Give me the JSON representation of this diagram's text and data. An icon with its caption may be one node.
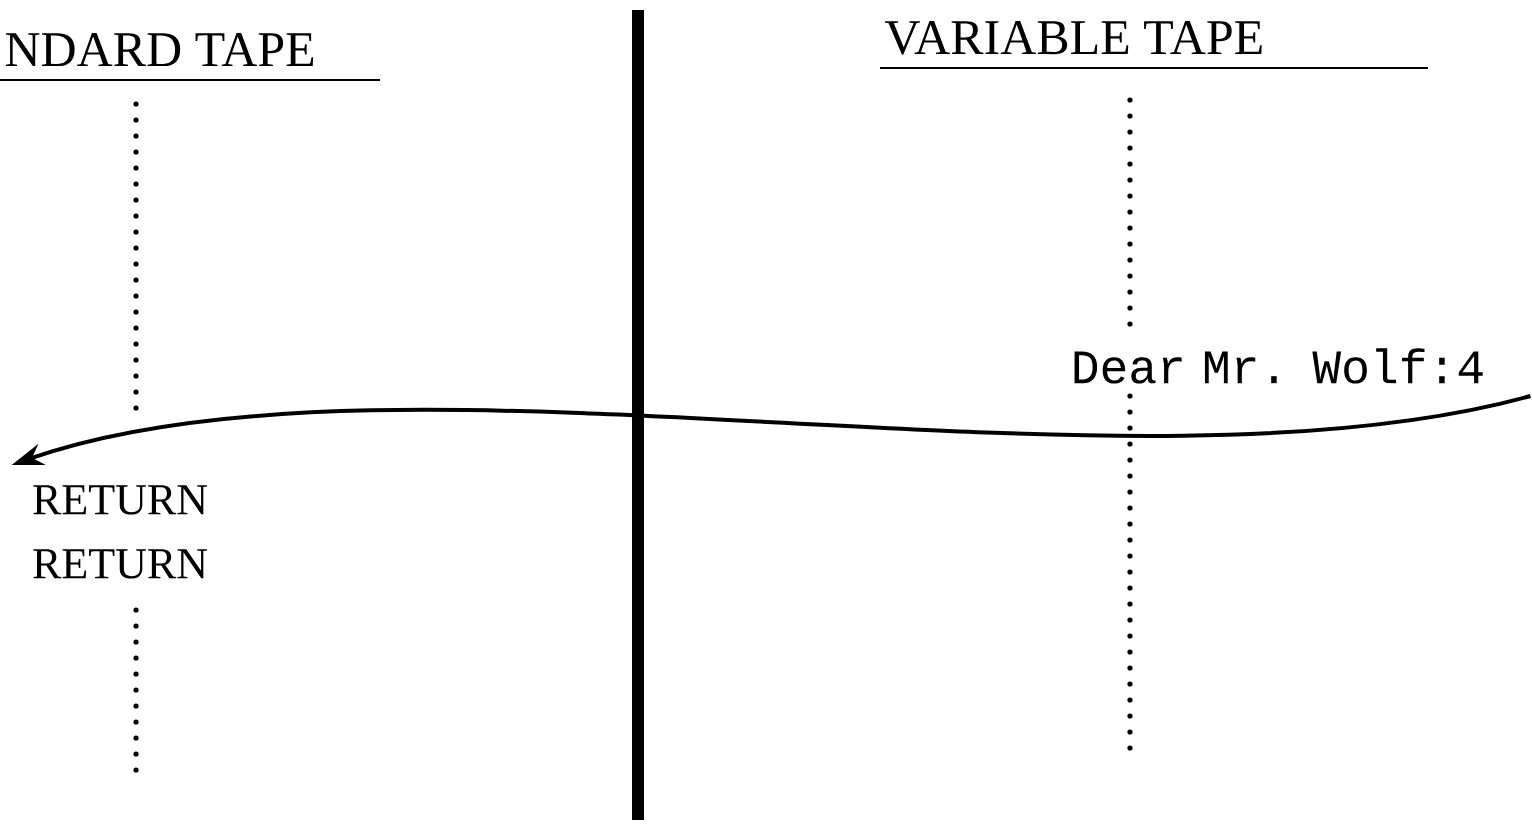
{
  "diagram": {
    "nodes": [
      {
        "text": [
          "Dear Mr. Wolf:4"
        ]
      },
      {
        "text": [
          "RETURN RETURN"
        ]
      }
    ],
    "edges": [
      {
        "from": 0,
        "to": 1,
        "arrow": "to"
      }
    ],
    "labels": [
      "NDARD TAPE",
      "VARIABLE TAPE"
    ]
  }
}
